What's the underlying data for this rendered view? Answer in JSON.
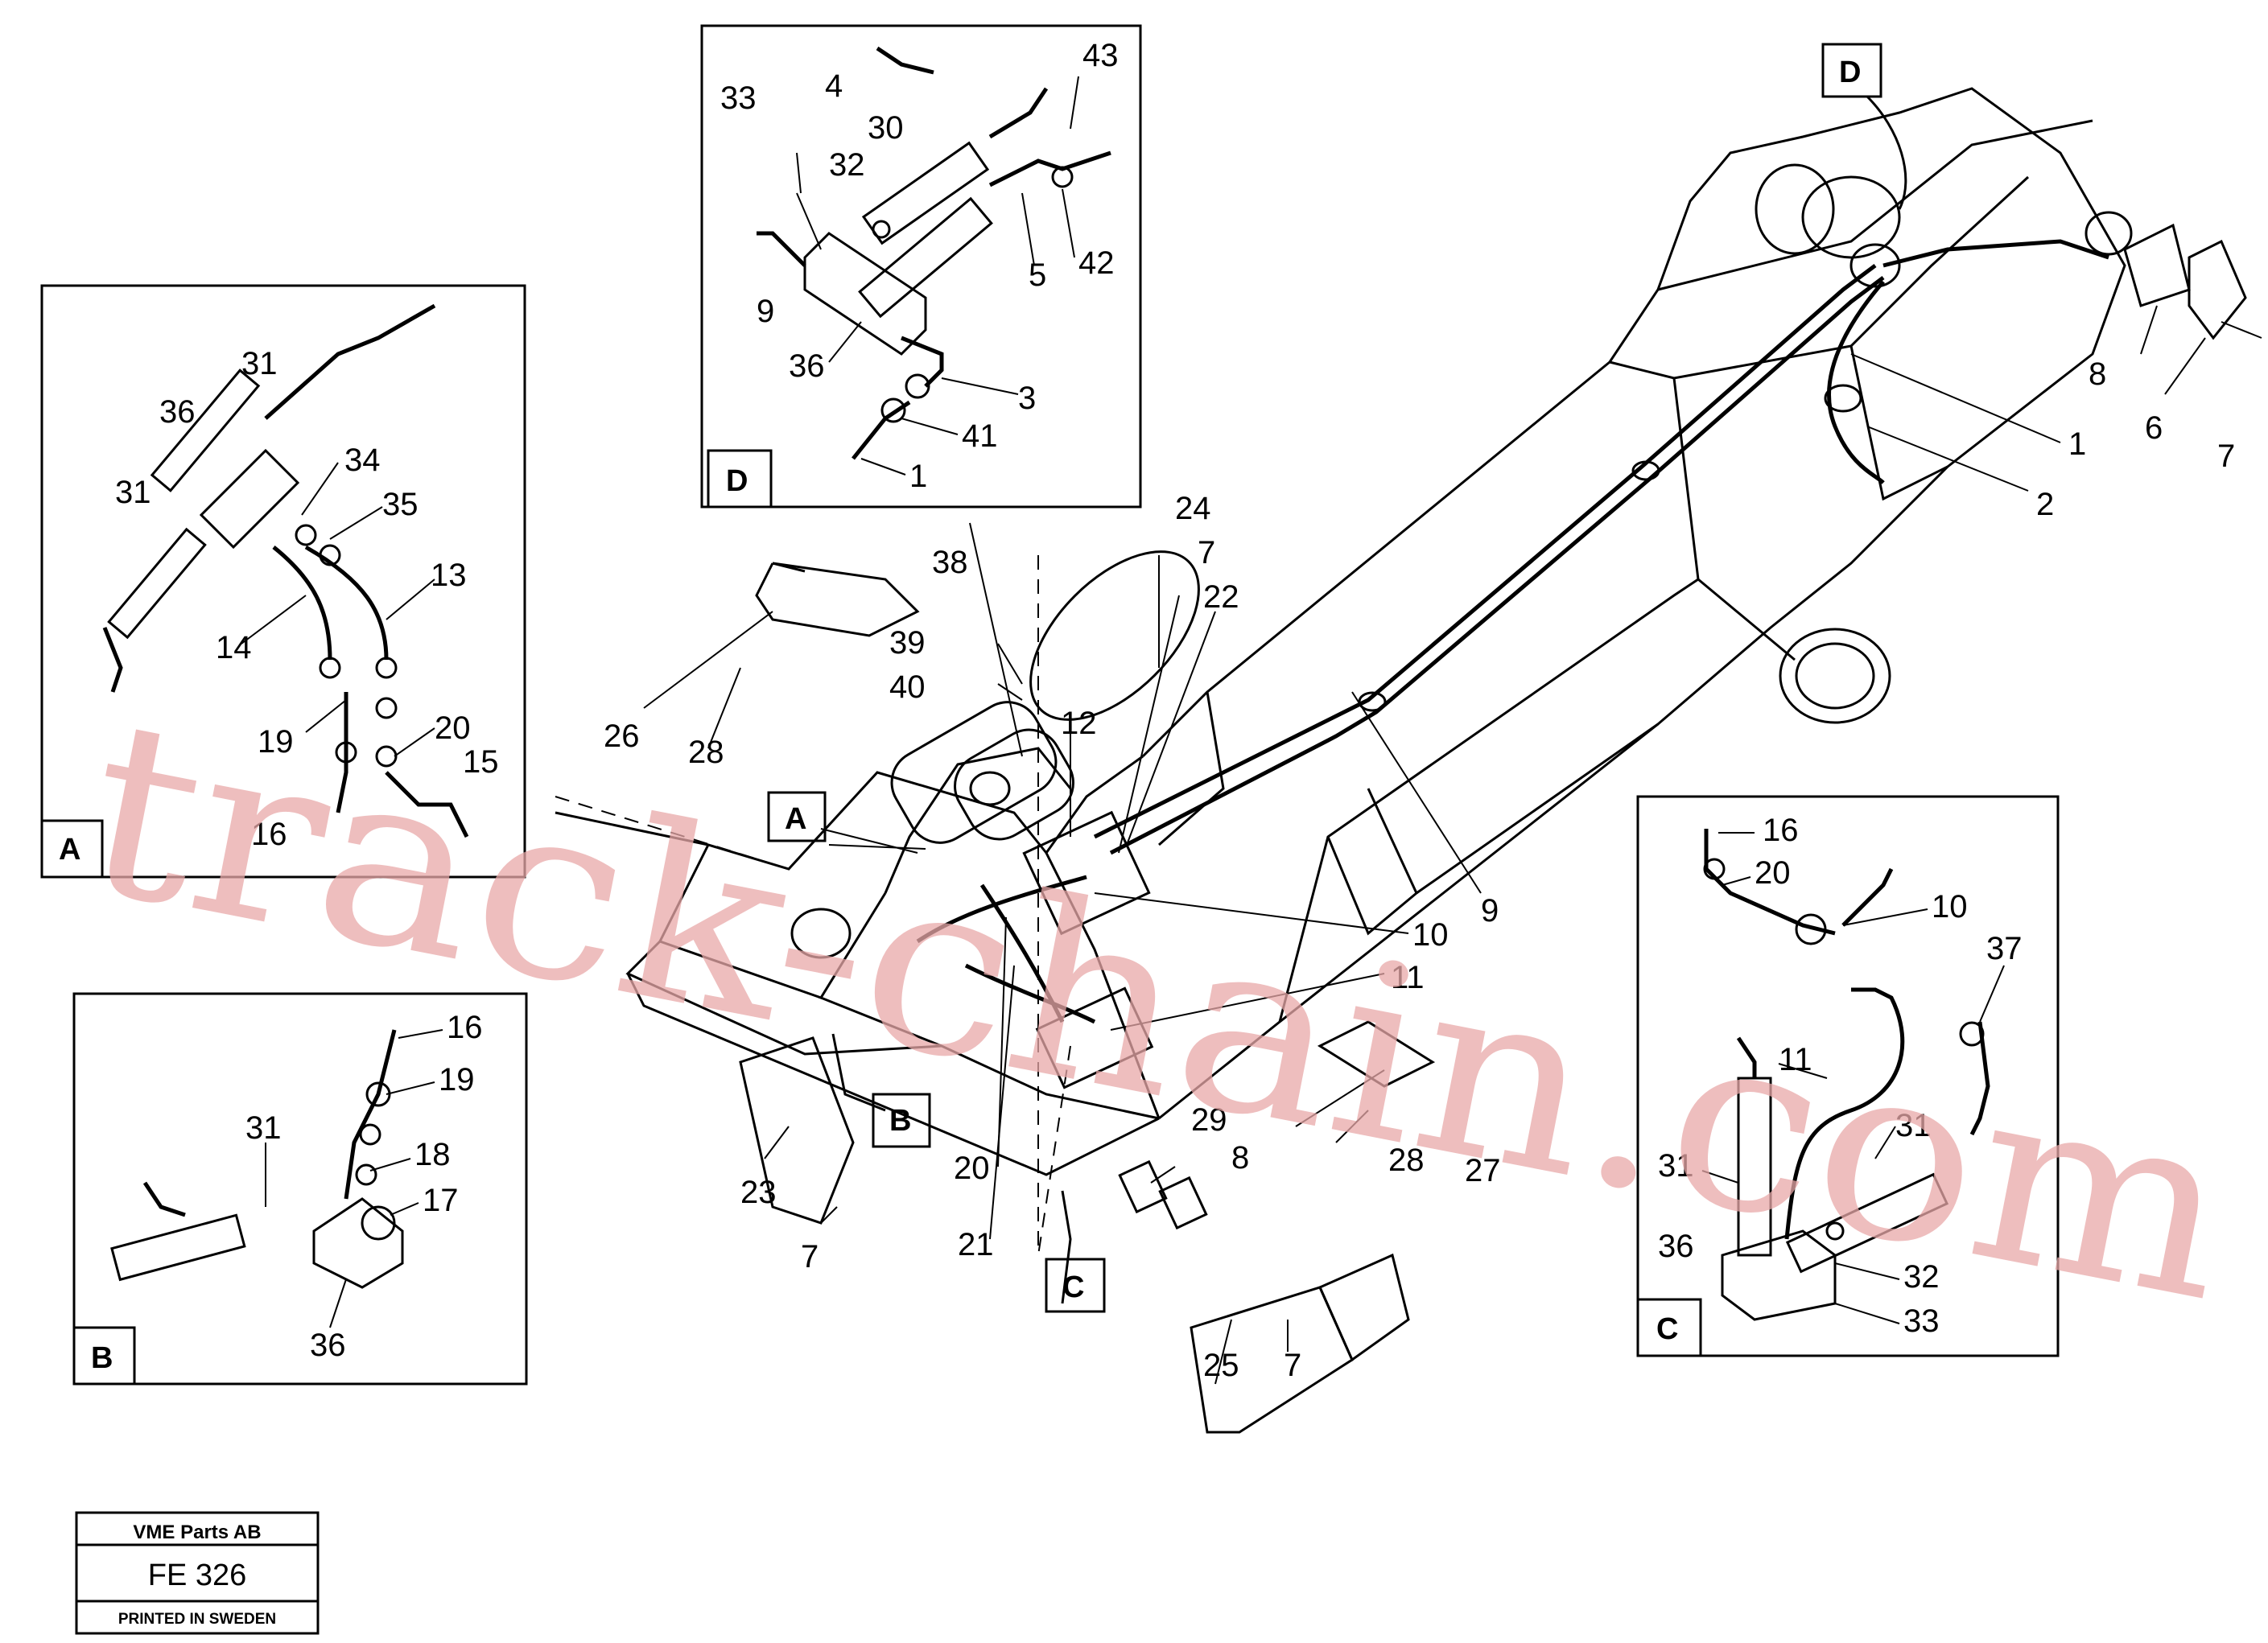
{
  "title_block": {
    "company": "VME Parts AB",
    "code": "FE 326",
    "footer": "PRINTED IN SWEDEN"
  },
  "watermark": "track-chain.com",
  "detail_labels": [
    "A",
    "B",
    "C",
    "D"
  ],
  "callouts": {
    "main": [
      "24",
      "7",
      "38",
      "22",
      "39",
      "40",
      "12",
      "26",
      "28",
      "A",
      "10",
      "11",
      "B",
      "20",
      "21",
      "23",
      "7",
      "29",
      "8",
      "28",
      "27",
      "C",
      "25",
      "7",
      "9",
      "D",
      "1",
      "2",
      "8",
      "6",
      "7"
    ],
    "detail_a": [
      "31",
      "36",
      "31",
      "34",
      "35",
      "13",
      "14",
      "19",
      "20",
      "15",
      "16"
    ],
    "detail_b": [
      "16",
      "19",
      "31",
      "18",
      "17",
      "36"
    ],
    "detail_c": [
      "16",
      "20",
      "10",
      "37",
      "11",
      "31",
      "31",
      "36",
      "32",
      "33"
    ],
    "detail_d": [
      "43",
      "33",
      "4",
      "30",
      "32",
      "5",
      "42",
      "9",
      "36",
      "3",
      "41",
      "1"
    ]
  }
}
